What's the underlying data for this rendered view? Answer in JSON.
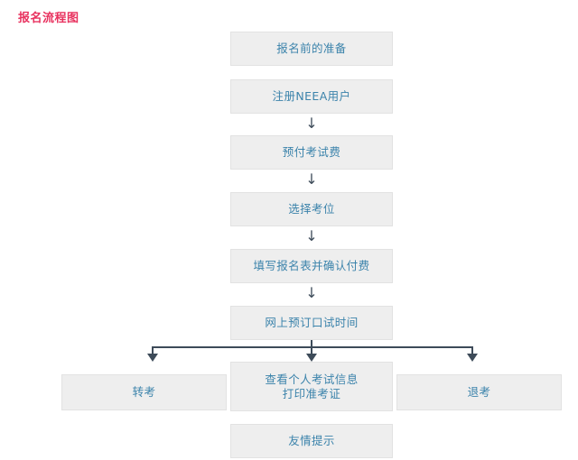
{
  "page": {
    "title": "报名流程图",
    "title_color": "#e8315e",
    "background": "#ffffff"
  },
  "style": {
    "node_fill": "#eeeeee",
    "node_border": "#e2e2e2",
    "node_text_color": "#3b83ab",
    "connector_color": "#3d4b59"
  },
  "flow": {
    "main_steps": [
      {
        "id": "step-preparation",
        "label": "报名前的准备"
      },
      {
        "id": "step-register-neea",
        "label": "注册NEEA用户"
      },
      {
        "id": "step-prepay-fee",
        "label": "预付考试费"
      },
      {
        "id": "step-choose-seat",
        "label": "选择考位"
      },
      {
        "id": "step-fill-form",
        "label": "填写报名表并确认付费"
      },
      {
        "id": "step-book-speaking",
        "label": "网上预订口试时间"
      }
    ],
    "branch_steps": [
      {
        "id": "branch-transfer",
        "label": "转考"
      },
      {
        "id": "branch-view-info",
        "label": "查看个人考试信息\n打印准考证"
      },
      {
        "id": "branch-withdraw",
        "label": "退考"
      }
    ],
    "footer_step": {
      "id": "step-friendly-tip",
      "label": "友情提示"
    },
    "arrow_glyph": "↓",
    "arrow_name": "down-arrow-icon"
  }
}
